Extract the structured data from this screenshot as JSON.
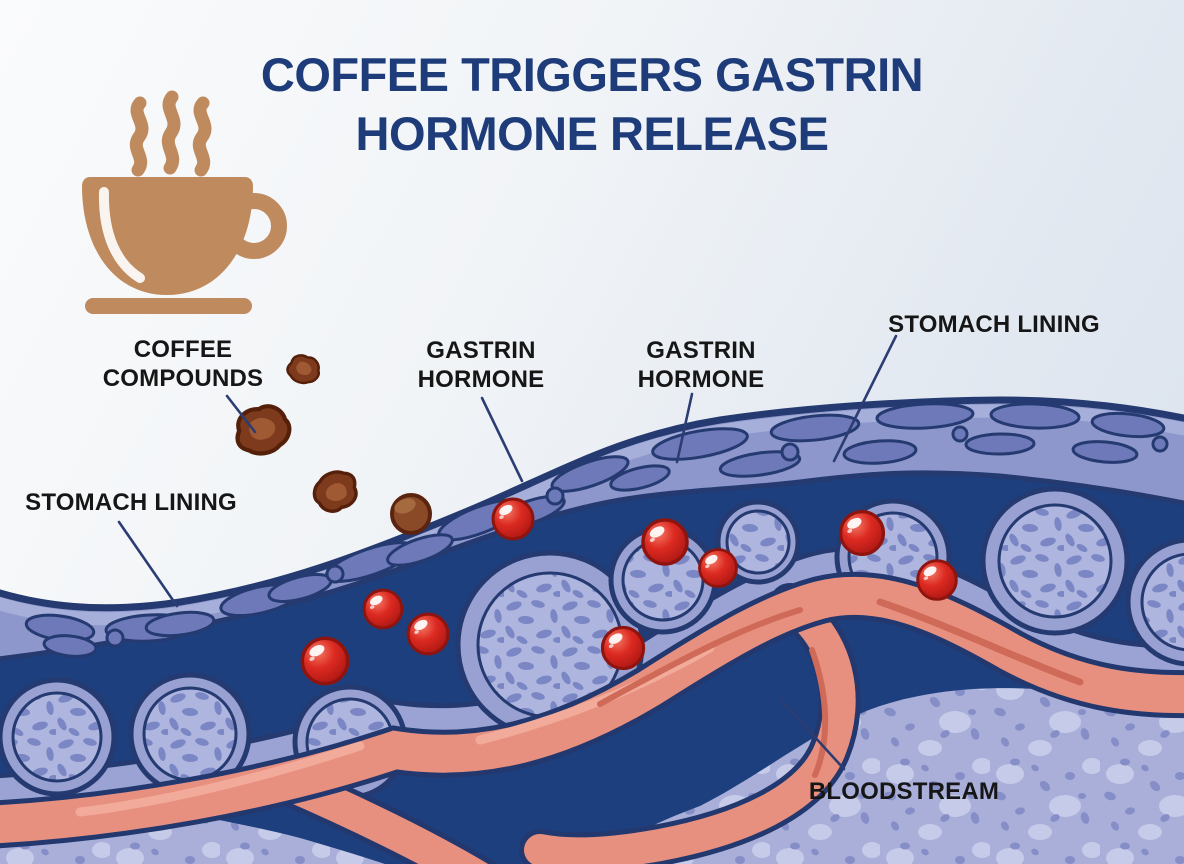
{
  "title": {
    "line1": "COFFEE TRIGGERS GASTRIN",
    "line2": "HORMONE RELEASE"
  },
  "labels": {
    "coffee_compounds": {
      "line1": "COFFEE",
      "line2": "COMPOUNDS"
    },
    "gastrin_hormone_left": {
      "line1": "GASTRIN",
      "line2": "HORMONE"
    },
    "gastrin_hormone_right": {
      "line1": "GASTRIN",
      "line2": "HORMONE"
    },
    "stomach_lining_left": {
      "text": "STOMACH LINING"
    },
    "stomach_lining_right": {
      "text": "STOMACH LINING"
    },
    "bloodstream": {
      "text": "BLOODSTREAM"
    }
  },
  "icons": {
    "coffee_cup": "coffee-cup-icon",
    "steam": "steam-icon"
  },
  "colors": {
    "background_left": "#fafbfc",
    "background_right": "#d9e1ec",
    "title_text": "#1e3c7a",
    "label_text": "#161616",
    "leader_line": "#2c3d74",
    "coffee_cup_tan": "#bf8b5e",
    "compound_brown": "#7d3a1c",
    "compound_brown_outline": "#54200a",
    "compound_brown_highlight": "#a05a33",
    "lining_fill": "#8e97cb",
    "lining_cell_fill": "#6e79ba",
    "lining_highlight": "#a6aeda",
    "outline_navy": "#243a70",
    "submucosa_navy": "#1d3f7d",
    "cell_ring": "#98a1d1",
    "cell_inner": "#aeb5df",
    "cell_spot": "#7b86c4",
    "hormone_red": "#dc2a21",
    "hormone_outline": "#8e1410",
    "vessel_pink": "#e8907f",
    "vessel_outline": "#23386e",
    "vessel_highlight": "#f2ab9a",
    "vessel_shade": "#cf6a58",
    "tissue_base": "#a9afd9",
    "tissue_spot_dark": "#858ec7",
    "tissue_spot_light": "#c6cbe9"
  }
}
